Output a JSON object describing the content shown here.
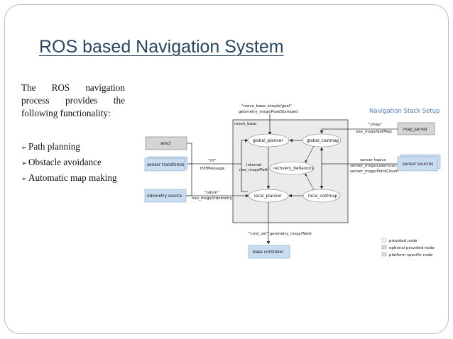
{
  "slide": {
    "title": "ROS based Navigation System",
    "intro": "The ROS navigation process provides the following functionality:",
    "bullets": [
      {
        "label": "Path planning"
      },
      {
        "label": "Obstacle avoidance"
      },
      {
        "label": "Automatic map making"
      }
    ]
  },
  "diagram": {
    "heading": "Navigation Stack Setup",
    "container_label": "move_base",
    "nodes": {
      "amcl": "amcl",
      "sensor_transforms": "sensor transforms",
      "odometry_source": "odometry source",
      "map_server": "map_server",
      "sensor_sources": "sensor sources",
      "base_controller": "base controller",
      "global_planner": "global_planner",
      "global_costmap": "global_costmap",
      "local_planner": "local_planner",
      "local_costmap": "local_costmap",
      "recovery_behaviors": "recovery_behaviors"
    },
    "edge_labels": {
      "goal_topic": "\"move_base_simple/goal\"",
      "goal_type": "geometry_msgs/PoseStamped",
      "tf_topic": "\"/tf\"",
      "tf_type": "tf/tfMessage",
      "odom_topic": "\"odom\"",
      "odom_type": "nav_msgs/Odometry",
      "internal_1": "internal",
      "internal_2": "nav_msgs/Path",
      "map_topic": "\"/map\"",
      "map_type": "nav_msgs/GetMap",
      "sensor_topics": "sensor topics",
      "laser_type": "sensor_msgs/LaserScan",
      "cloud_type": "sensor_msgs/PointCloud",
      "cmd_vel": "\"cmd_vel\" geometry_msgs/Twist"
    },
    "legend": [
      {
        "label": "provided node",
        "color": "#ffffff"
      },
      {
        "label": "optional provided node",
        "color": "#d9d9d9"
      },
      {
        "label": "platform specific node",
        "color": "#cfe2f3"
      }
    ],
    "colors": {
      "container_fill": "#ebebeb",
      "platform_fill": "#c9dcf0",
      "optional_fill": "#d4d4d4",
      "heading_color": "#4a7fb3"
    }
  }
}
